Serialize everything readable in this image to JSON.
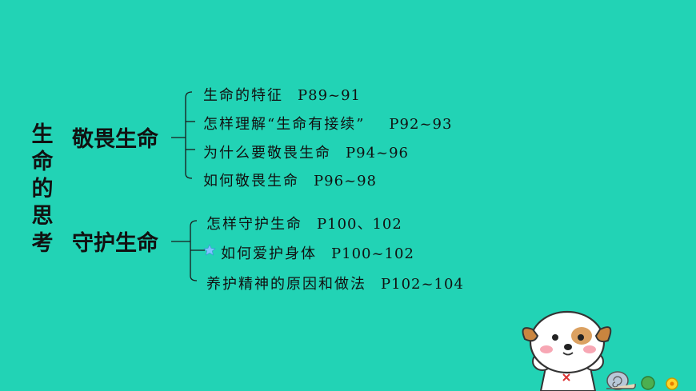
{
  "title_chars": [
    "生",
    "命",
    "的",
    "思",
    "考"
  ],
  "sections": [
    {
      "heading": "敬畏生命",
      "items": [
        {
          "text": "生命的特征",
          "ref": "P89~91"
        },
        {
          "text": "怎样理解“生命有接续”",
          "ref": "P92~93"
        },
        {
          "text": "为什么要敬畏生命",
          "ref": "P94~96"
        },
        {
          "text": "如何敬畏生命",
          "ref": "P96~98"
        }
      ]
    },
    {
      "heading": "守护生命",
      "items": [
        {
          "text": "怎样守护生命",
          "ref": "P100、102"
        },
        {
          "text": "如何爱护身体",
          "ref": "P100~102"
        },
        {
          "text": "养护精神的原因和做法",
          "ref": "P102~104"
        }
      ]
    }
  ],
  "colors": {
    "background": "#22D3B5",
    "text": "#111111",
    "lines": "#1a1a1a"
  }
}
